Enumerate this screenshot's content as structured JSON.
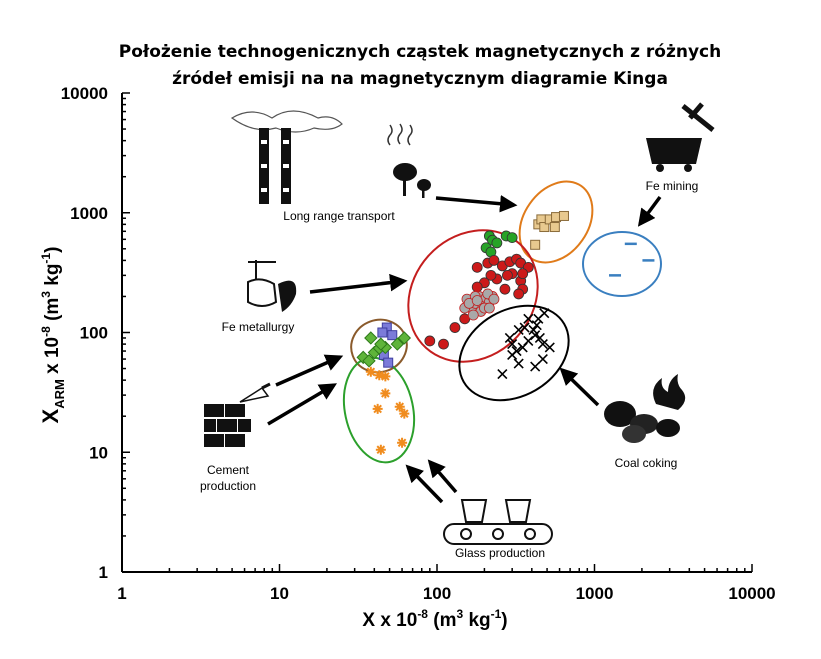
{
  "chart_data": {
    "type": "scatter",
    "title_lines": [
      "Położenie technogenicznych cząstek magnetycznych z różnych",
      "źródeł emisji na na magnetycznym diagramie Kinga"
    ],
    "xlabel": {
      "main": "X x 10",
      "exp": "-8",
      "unit": " (m",
      "unit_exp": "3",
      "unit_end": " kg",
      "unit_end_exp": "-1",
      "close": ")"
    },
    "ylabel": {
      "main": "X",
      "sub": "ARM",
      "mid": " x 10",
      "exp": "-8",
      "unit": " (m",
      "unit_exp": "3",
      "unit_end": " kg",
      "unit_end_exp": "-1",
      "close": ")"
    },
    "x_scale": "log",
    "y_scale": "log",
    "xlim": [
      1,
      10000
    ],
    "ylim": [
      1,
      10000
    ],
    "x_ticks": [
      "1",
      "10",
      "100",
      "1000",
      "10000"
    ],
    "y_ticks": [
      "1",
      "10",
      "100",
      "1000",
      "10000"
    ],
    "grid": false,
    "sources": [
      {
        "label": "Long range transport",
        "icon": "factory-chimneys-icon"
      },
      {
        "label": "Fe mining",
        "icon": "mine-cart-icon"
      },
      {
        "label": "Fe metallurgy",
        "icon": "ladle-icon"
      },
      {
        "label": "Coal coking",
        "icon": "coal-fire-icon"
      },
      {
        "label": "Cement",
        "label2": "production",
        "icon": "bricks-trowel-icon"
      },
      {
        "label": "Glass production",
        "icon": "conveyor-glasses-icon"
      }
    ],
    "series": [
      {
        "marker": "square",
        "color": "#e8c98f",
        "edge": "#8a6b3a",
        "points": [
          [
            440,
            800
          ],
          [
            460,
            880
          ],
          [
            480,
            760
          ],
          [
            520,
            880
          ],
          [
            570,
            920
          ],
          [
            640,
            940
          ],
          [
            560,
            760
          ],
          [
            420,
            540
          ]
        ]
      },
      {
        "marker": "dash",
        "color": "#3a7fc0",
        "points": [
          [
            1700,
            550
          ],
          [
            2200,
            400
          ],
          [
            1350,
            300
          ]
        ]
      },
      {
        "marker": "circle",
        "color": "#27a327",
        "points": [
          [
            215,
            640
          ],
          [
            225,
            590
          ],
          [
            240,
            560
          ],
          [
            275,
            640
          ],
          [
            300,
            620
          ],
          [
            205,
            510
          ],
          [
            220,
            470
          ]
        ]
      },
      {
        "marker": "circle",
        "color": "#cc1a1a",
        "points": [
          [
            180,
            350
          ],
          [
            210,
            380
          ],
          [
            230,
            400
          ],
          [
            260,
            360
          ],
          [
            290,
            390
          ],
          [
            320,
            410
          ],
          [
            340,
            380
          ],
          [
            380,
            350
          ],
          [
            300,
            310
          ],
          [
            340,
            270
          ],
          [
            350,
            230
          ],
          [
            330,
            210
          ],
          [
            270,
            230
          ],
          [
            240,
            280
          ],
          [
            220,
            300
          ],
          [
            200,
            260
          ],
          [
            180,
            240
          ],
          [
            165,
            170
          ],
          [
            150,
            130
          ],
          [
            110,
            80
          ],
          [
            90,
            85
          ],
          [
            130,
            110
          ],
          [
            280,
            300
          ],
          [
            350,
            310
          ]
        ]
      },
      {
        "marker": "circle",
        "color": "#a9a9a9",
        "edge": "#c02020",
        "points": [
          [
            155,
            190
          ],
          [
            165,
            160
          ],
          [
            175,
            175
          ],
          [
            185,
            200
          ],
          [
            195,
            170
          ],
          [
            205,
            195
          ],
          [
            215,
            180
          ],
          [
            225,
            200
          ],
          [
            190,
            150
          ],
          [
            170,
            140
          ],
          [
            150,
            160
          ],
          [
            210,
            210
          ],
          [
            230,
            190
          ],
          [
            175,
            200
          ],
          [
            160,
            175
          ],
          [
            200,
            160
          ],
          [
            180,
            185
          ],
          [
            215,
            160
          ]
        ]
      },
      {
        "marker": "x",
        "color": "#000000",
        "points": [
          [
            290,
            90
          ],
          [
            300,
            80
          ],
          [
            320,
            70
          ],
          [
            350,
            75
          ],
          [
            380,
            85
          ],
          [
            420,
            95
          ],
          [
            450,
            90
          ],
          [
            470,
            80
          ],
          [
            430,
            115
          ],
          [
            410,
            105
          ],
          [
            360,
            110
          ],
          [
            330,
            105
          ],
          [
            380,
            130
          ],
          [
            440,
            130
          ],
          [
            480,
            145
          ],
          [
            520,
            75
          ],
          [
            470,
            60
          ],
          [
            420,
            52
          ],
          [
            330,
            55
          ],
          [
            260,
            45
          ],
          [
            300,
            65
          ]
        ]
      },
      {
        "marker": "square",
        "color": "#7b7bd9",
        "edge": "#3f3fa0",
        "points": [
          [
            48,
            110
          ],
          [
            52,
            95
          ],
          [
            45,
            100
          ],
          [
            46,
            65
          ],
          [
            49,
            56
          ]
        ]
      },
      {
        "marker": "diamond",
        "color": "#5fb43a",
        "edge": "#2e7a1a",
        "points": [
          [
            34,
            62
          ],
          [
            37,
            58
          ],
          [
            40,
            68
          ],
          [
            43,
            74
          ],
          [
            47,
            75
          ],
          [
            38,
            90
          ],
          [
            56,
            80
          ],
          [
            62,
            90
          ],
          [
            44,
            80
          ]
        ]
      },
      {
        "marker": "star",
        "color": "#f08c1e",
        "points": [
          [
            38,
            47
          ],
          [
            43,
            44
          ],
          [
            47,
            43
          ],
          [
            47,
            31
          ],
          [
            42,
            23
          ],
          [
            58,
            24
          ],
          [
            62,
            21
          ],
          [
            60,
            12
          ],
          [
            44,
            10.5
          ]
        ]
      }
    ]
  }
}
